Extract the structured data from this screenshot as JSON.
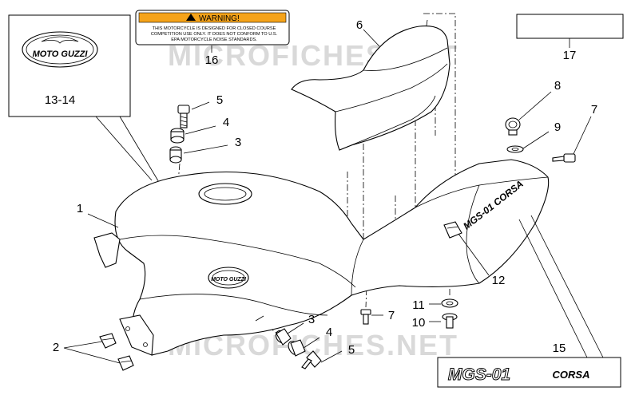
{
  "watermark": "MICROFICHES.NET",
  "warning_label": {
    "heading": "WARNING!",
    "lines": [
      "THIS MOTORCYCLE IS DESIGNED FOR CLOSED COURSE",
      "COMPETITION USE ONLY. IT DOES NOT CONFORM TO U.S.",
      "EPA MOTORCYCLE NOISE STANDARDS."
    ]
  },
  "emblem_text": "MOTO GUZZI",
  "tank_emblem_text": "MOTO GUZZI",
  "tail_logo_text": "MGS-01 CORSA",
  "decal_15": {
    "model": "MGS-01",
    "suffix": "CORSA"
  },
  "callouts": {
    "c1": "1",
    "c2": "2",
    "c3a": "3",
    "c3b": "3",
    "c4a": "4",
    "c4b": "4",
    "c5a": "5",
    "c5b": "5",
    "c6": "6",
    "c7a": "7",
    "c7b": "7",
    "c8": "8",
    "c9": "9",
    "c10": "10",
    "c11": "11",
    "c12": "12",
    "c13_14": "13-14",
    "c15": "15",
    "c16": "16",
    "c17": "17"
  },
  "colors": {
    "warning_fill": "#f5a31a",
    "line": "#000000",
    "watermark": "#d9d9d9"
  }
}
